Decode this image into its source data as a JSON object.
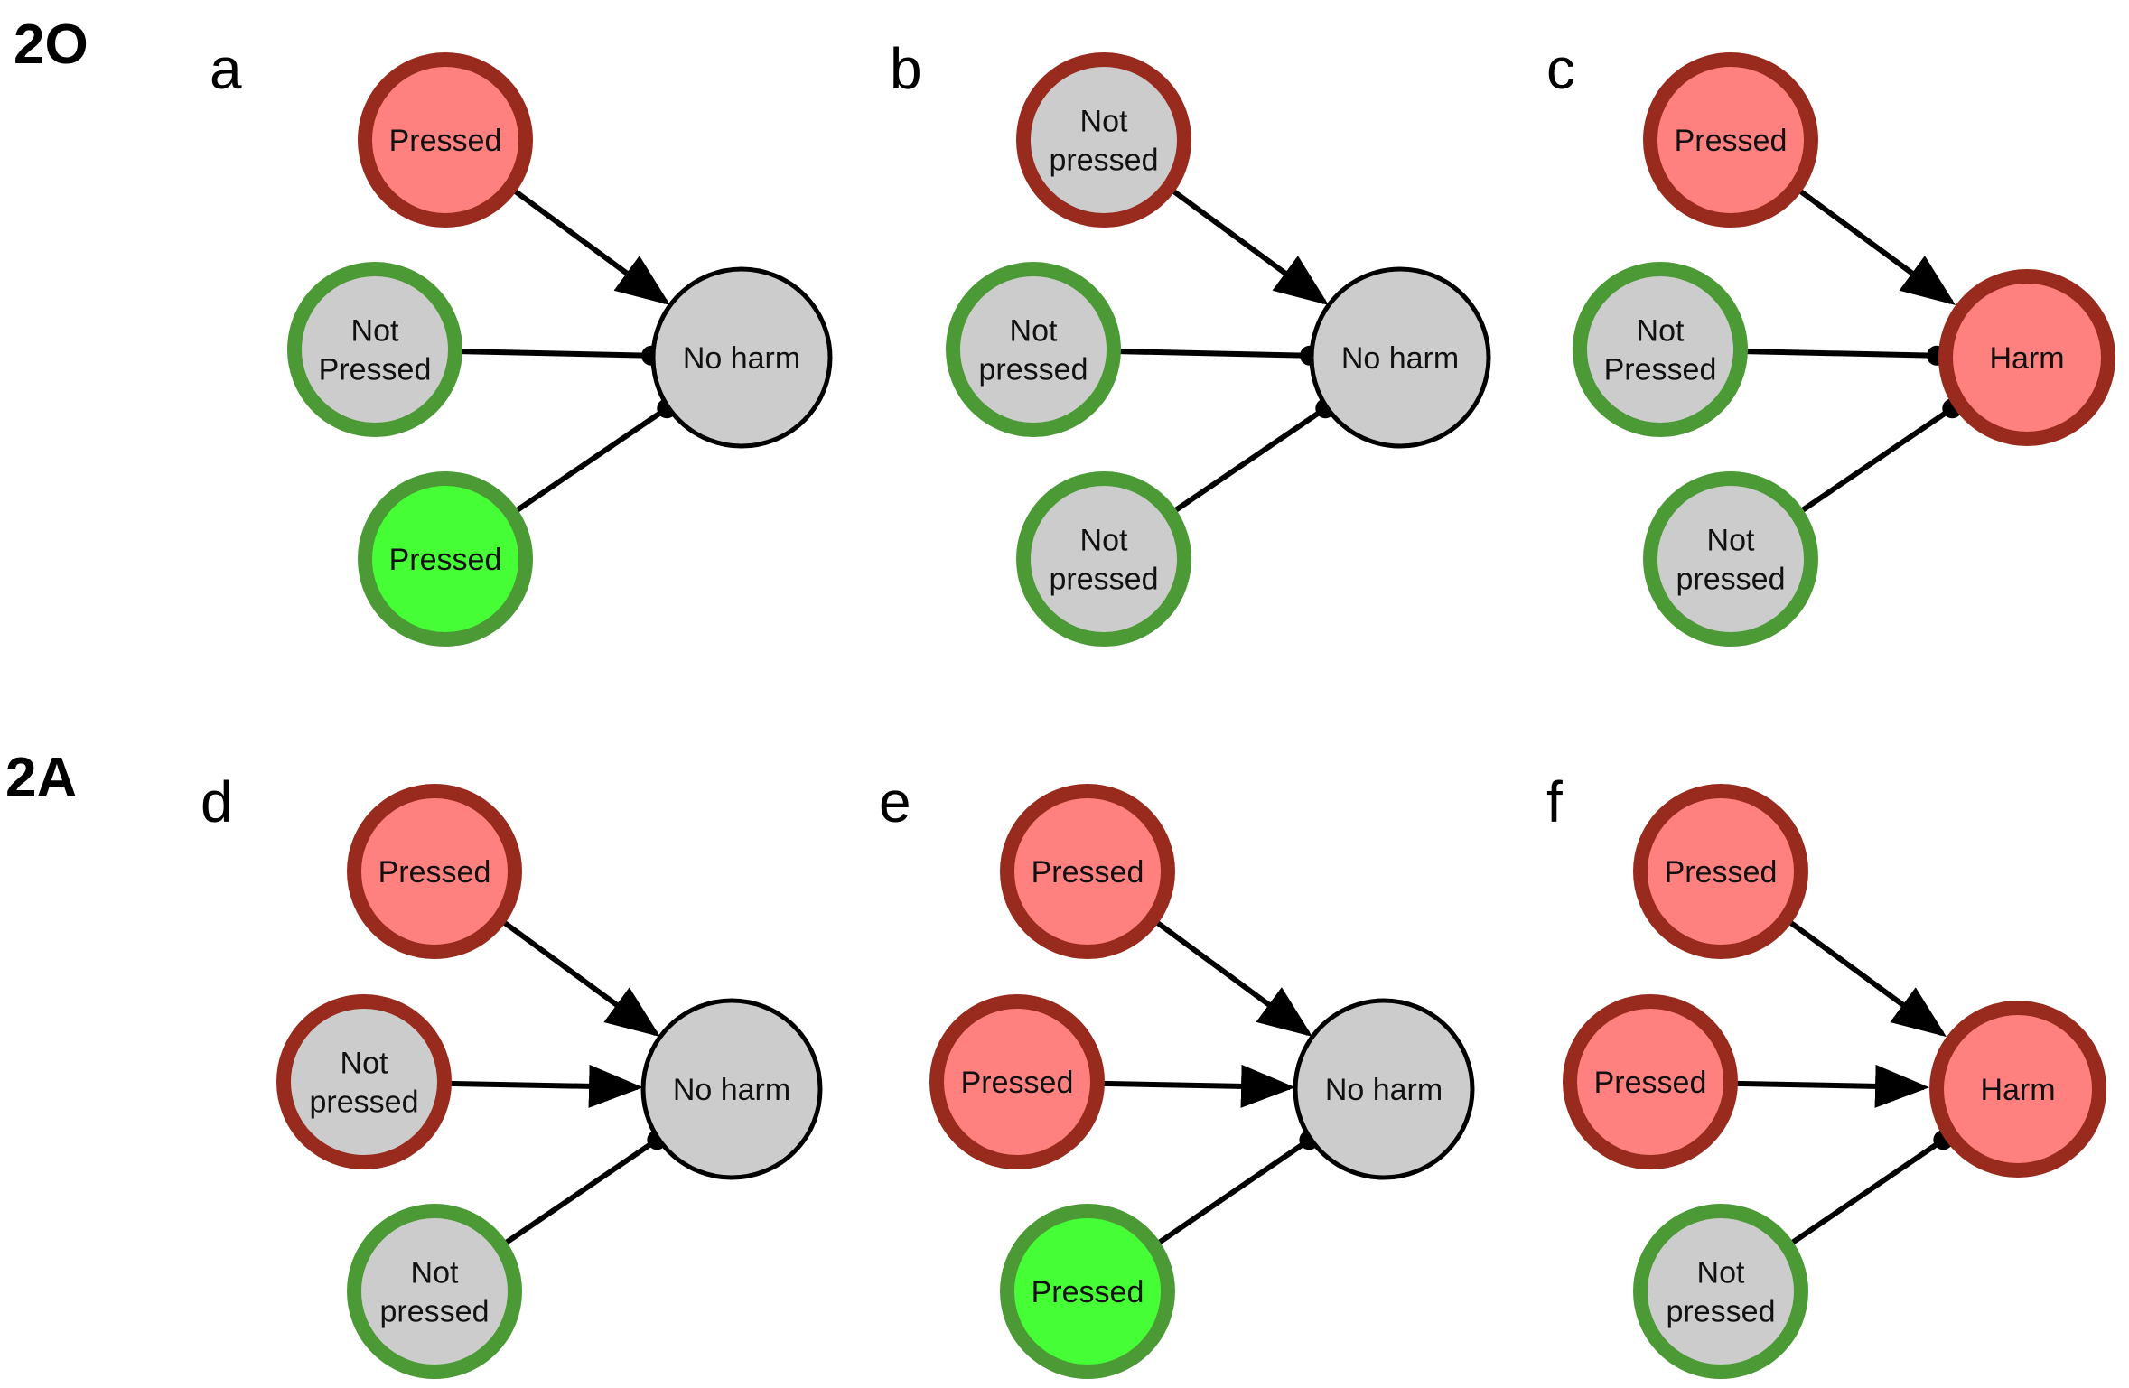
{
  "rows": [
    {
      "id": "2O",
      "label": "2O",
      "panels": [
        {
          "id": "a",
          "letter": "a",
          "inputs": [
            {
              "lines": [
                "Pressed"
              ],
              "fill": "red",
              "ring": "red",
              "edge": "arrow"
            },
            {
              "lines": [
                "Not",
                "Pressed"
              ],
              "fill": "gray",
              "ring": "green",
              "edge": "dot"
            },
            {
              "lines": [
                "Pressed"
              ],
              "fill": "green",
              "ring": "green",
              "edge": "dot"
            }
          ],
          "outcome": {
            "lines": [
              "No harm"
            ],
            "fill": "gray",
            "ring": "black"
          }
        },
        {
          "id": "b",
          "letter": "b",
          "inputs": [
            {
              "lines": [
                "Not",
                "pressed"
              ],
              "fill": "gray",
              "ring": "red",
              "edge": "arrow"
            },
            {
              "lines": [
                "Not",
                "pressed"
              ],
              "fill": "gray",
              "ring": "green",
              "edge": "dot"
            },
            {
              "lines": [
                "Not",
                "pressed"
              ],
              "fill": "gray",
              "ring": "green",
              "edge": "dot"
            }
          ],
          "outcome": {
            "lines": [
              "No harm"
            ],
            "fill": "gray",
            "ring": "black"
          }
        },
        {
          "id": "c",
          "letter": "c",
          "inputs": [
            {
              "lines": [
                "Pressed"
              ],
              "fill": "red",
              "ring": "red",
              "edge": "arrow"
            },
            {
              "lines": [
                "Not",
                "Pressed"
              ],
              "fill": "gray",
              "ring": "green",
              "edge": "dot"
            },
            {
              "lines": [
                "Not",
                "pressed"
              ],
              "fill": "gray",
              "ring": "green",
              "edge": "dot"
            }
          ],
          "outcome": {
            "lines": [
              "Harm"
            ],
            "fill": "red",
            "ring": "red"
          }
        }
      ]
    },
    {
      "id": "2A",
      "label": "2A",
      "panels": [
        {
          "id": "d",
          "letter": "d",
          "inputs": [
            {
              "lines": [
                "Pressed"
              ],
              "fill": "red",
              "ring": "red",
              "edge": "arrow"
            },
            {
              "lines": [
                "Not",
                "pressed"
              ],
              "fill": "gray",
              "ring": "red",
              "edge": "arrow"
            },
            {
              "lines": [
                "Not",
                "pressed"
              ],
              "fill": "gray",
              "ring": "green",
              "edge": "dot"
            }
          ],
          "outcome": {
            "lines": [
              "No harm"
            ],
            "fill": "gray",
            "ring": "black"
          }
        },
        {
          "id": "e",
          "letter": "e",
          "inputs": [
            {
              "lines": [
                "Pressed"
              ],
              "fill": "red",
              "ring": "red",
              "edge": "arrow"
            },
            {
              "lines": [
                "Pressed"
              ],
              "fill": "red",
              "ring": "red",
              "edge": "arrow"
            },
            {
              "lines": [
                "Pressed"
              ],
              "fill": "green",
              "ring": "green",
              "edge": "dot"
            }
          ],
          "outcome": {
            "lines": [
              "No harm"
            ],
            "fill": "gray",
            "ring": "black"
          }
        },
        {
          "id": "f",
          "letter": "f",
          "inputs": [
            {
              "lines": [
                "Pressed"
              ],
              "fill": "red",
              "ring": "red",
              "edge": "arrow"
            },
            {
              "lines": [
                "Pressed"
              ],
              "fill": "red",
              "ring": "red",
              "edge": "arrow"
            },
            {
              "lines": [
                "Not",
                "pressed"
              ],
              "fill": "gray",
              "ring": "green",
              "edge": "dot"
            }
          ],
          "outcome": {
            "lines": [
              "Harm"
            ],
            "fill": "red",
            "ring": "red"
          }
        }
      ]
    }
  ],
  "colors": {
    "fill": {
      "red": "#fe807f",
      "gray": "#cccccc",
      "green": "#45fe36"
    },
    "ring": {
      "red": "#982b1d",
      "green": "#4c9a36",
      "black": "#000000"
    },
    "edge": "#000000",
    "text": "#111111"
  }
}
